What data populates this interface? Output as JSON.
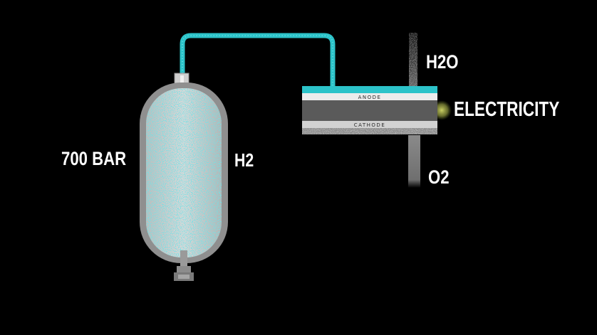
{
  "labels": {
    "pressure": "700 BAR",
    "hydrogen": "H2",
    "water": "H2O",
    "electricity": "ELECTRICITY",
    "oxygen": "O2"
  },
  "cell": {
    "anode": "ANODE",
    "cathode": "CATHODE"
  },
  "colors": {
    "background": "#000000",
    "hydrogen": "#2cc3c9",
    "tank_shell": "#9a9a9a",
    "cell_body": "#5a5a5a",
    "water_oxygen": "#8a8a8a",
    "electricity_glow": "#b9c25a"
  }
}
